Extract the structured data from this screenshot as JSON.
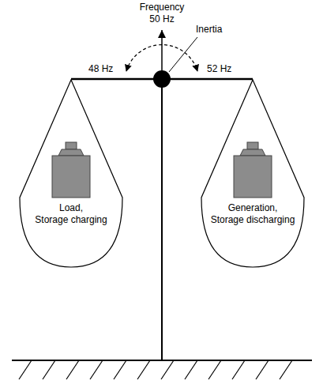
{
  "diagram": {
    "nodes": [
      {
        "text": [
          "Load,",
          "Storage charging"
        ]
      },
      {
        "text": [
          "Generation,",
          "Storage discharging"
        ]
      }
    ],
    "labels": [
      "Frequency",
      "50 Hz",
      "Inertia",
      "48 Hz",
      "52 Hz"
    ]
  }
}
